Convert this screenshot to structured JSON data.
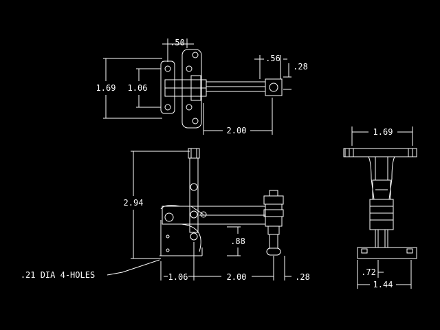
{
  "cad": {
    "background": "#000000",
    "line_color": "#ffffff",
    "top_view": {
      "dims": {
        "width_0_50": ".50",
        "height_1_69": "1.69",
        "height_1_06": "1.06",
        "width_0_56": ".56",
        "height_0_28": ".28",
        "length_2_00": "2.00"
      }
    },
    "front_view": {
      "dims": {
        "height_2_94": "2.94",
        "height_0_88": ".88",
        "width_1_06": "1.06",
        "length_2_00": "2.00",
        "width_0_28": ".28"
      },
      "note": ".21 DIA 4-HOLES"
    },
    "end_view": {
      "dims": {
        "width_1_69": "1.69",
        "width_0_72": ".72",
        "width_1_44": "1.44"
      }
    }
  }
}
